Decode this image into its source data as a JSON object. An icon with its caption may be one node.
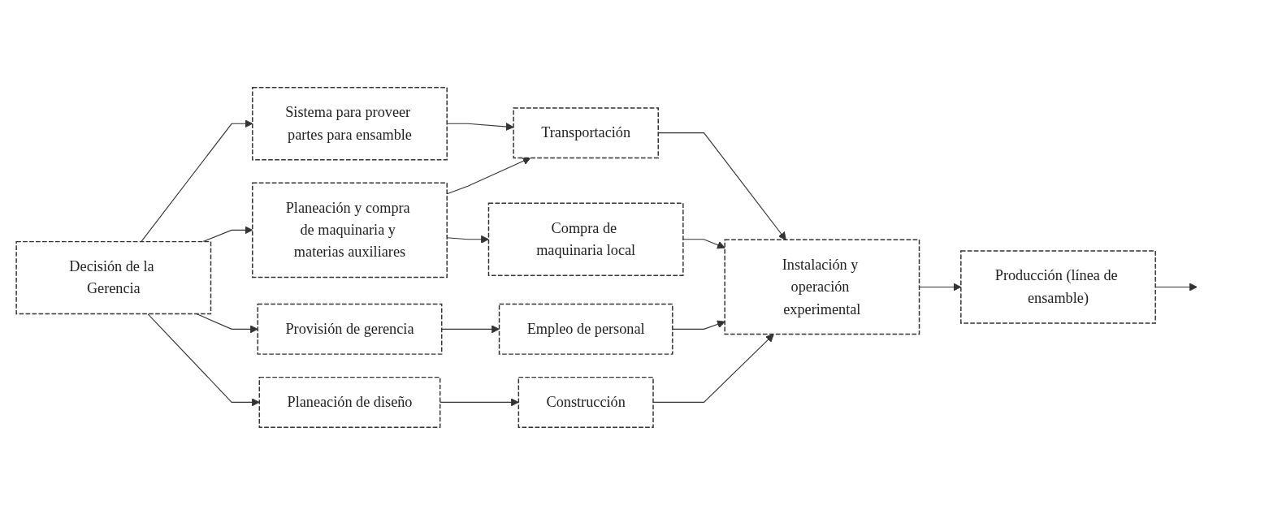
{
  "diagram": {
    "nodes": [
      {
        "text": [
          "Decisión de la Gerencia"
        ]
      },
      {
        "text": [
          "Sistema para proveer partes para ensamble"
        ]
      },
      {
        "text": [
          "Planeación y compra de maquinaria y materias auxiliares"
        ]
      },
      {
        "text": [
          "Transportación"
        ]
      },
      {
        "text": [
          "Compra de maquinaria local"
        ]
      },
      {
        "text": [
          "Provisión de gerencia"
        ]
      },
      {
        "text": [
          "Empleo de personal"
        ]
      },
      {
        "text": [
          "Planeación de diseño"
        ]
      },
      {
        "text": [
          "Construcción"
        ]
      },
      {
        "text": [
          "Instalación y operación experimental"
        ]
      },
      {
        "text": [
          "Producción (línea de ensamble)"
        ]
      }
    ],
    "edges": [
      {
        "from": 0,
        "to": 1,
        "arrow": "to"
      },
      {
        "from": 0,
        "to": 2,
        "arrow": "to"
      },
      {
        "from": 0,
        "to": 5,
        "arrow": "to"
      },
      {
        "from": 0,
        "to": 7,
        "arrow": "to"
      },
      {
        "from": 1,
        "to": 3,
        "arrow": "to"
      },
      {
        "from": 2,
        "to": 3,
        "arrow": "to"
      },
      {
        "from": 2,
        "to": 4,
        "arrow": "to"
      },
      {
        "from": 5,
        "to": 6,
        "arrow": "to"
      },
      {
        "from": 7,
        "to": 8,
        "arrow": "to"
      },
      {
        "from": 3,
        "to": 9,
        "arrow": "to"
      },
      {
        "from": 4,
        "to": 9,
        "arrow": "to"
      },
      {
        "from": 6,
        "to": 9,
        "arrow": "to"
      },
      {
        "from": 8,
        "to": 9,
        "arrow": "to"
      },
      {
        "from": 9,
        "to": 10,
        "arrow": "to"
      },
      {
        "from": 10,
        "to": null,
        "arrow": "to"
      }
    ]
  }
}
